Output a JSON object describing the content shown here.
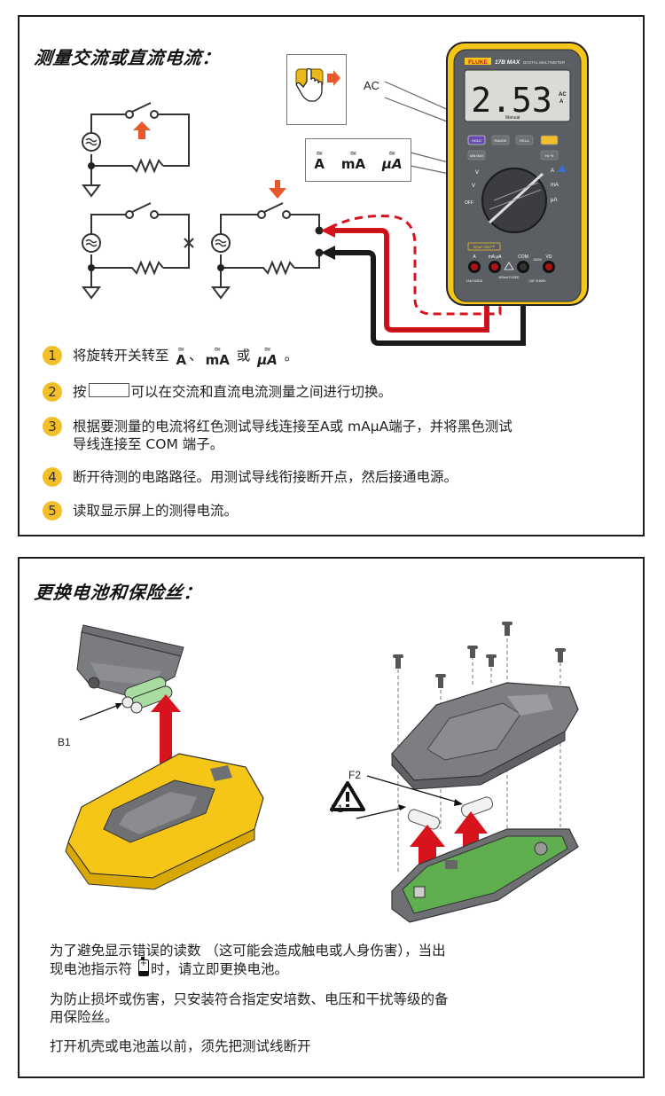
{
  "section1": {
    "title": "测量交流或直流电流：",
    "callout_ac": {
      "label": "AC"
    },
    "callout_ranges": {
      "items": [
        "A",
        "mA",
        "μA"
      ]
    },
    "meter": {
      "brand": "FLUKE",
      "model": "17B MAX",
      "subtitle": "DIGITAL MULTIMETER",
      "display_value": "2.53",
      "display_unit_top": "AC",
      "display_unit_bottom": "A",
      "display_mode": "Manual",
      "buttons": [
        "HOLD",
        "RANGE",
        "RELΔ",
        "",
        "MIN MAX",
        "Hz %"
      ],
      "dial_labels": [
        "V",
        "V",
        "OFF",
        "A",
        "mA",
        "μA"
      ],
      "input_alert": "Input Alert™",
      "jacks": [
        "A",
        "mA μA",
        "COM",
        "VΩ"
      ],
      "jack_notes": [
        "10A FUSED",
        "400mA FUSED",
        "CAT III 600V",
        "1000V"
      ]
    },
    "steps": [
      {
        "num": "1",
        "text_before": "将旋转开关转至 ",
        "symbols": [
          "A",
          "mA",
          "μA"
        ],
        "sep1": "、",
        "sep2": " 或 ",
        "text_after": " 。"
      },
      {
        "num": "2",
        "text_before": "按",
        "text_after": "可以在交流和直流电流测量之间进行切换。"
      },
      {
        "num": "3",
        "text": "根据要测量的电流将红色测试导线连接至A或 mAμA端子，并将黑色测试\n导线连接至 COM 端子。"
      },
      {
        "num": "4",
        "text": "断开待测的电路路径。用测试导线衔接断开点，然后接通电源。"
      },
      {
        "num": "5",
        "text": "读取显示屏上的测得电流。"
      }
    ],
    "colors": {
      "accent_yellow": "#f2bf2a",
      "arrow_orange": "#e8582a",
      "lead_red": "#d7141e",
      "lead_black": "#1a1a1a",
      "meter_yellow": "#f5c518",
      "meter_gray": "#5b5e62"
    }
  },
  "section2": {
    "title": "更换电池和保险丝：",
    "labels": {
      "battery": "B1",
      "fuse1": "F1",
      "fuse2": "F2"
    },
    "paragraphs": [
      {
        "before": "为了避免显示错误的读数 （这可能会造成触电或人身伤害），当出\n现电池指示符 ",
        "after": "时，请立即更换电池。"
      },
      {
        "text": "为防止损坏或伤害，只安装符合指定安培数、电压和干扰等级的备\n用保险丝。"
      },
      {
        "text": "打开机壳或电池盖以前，须先把测试线断开"
      }
    ]
  }
}
